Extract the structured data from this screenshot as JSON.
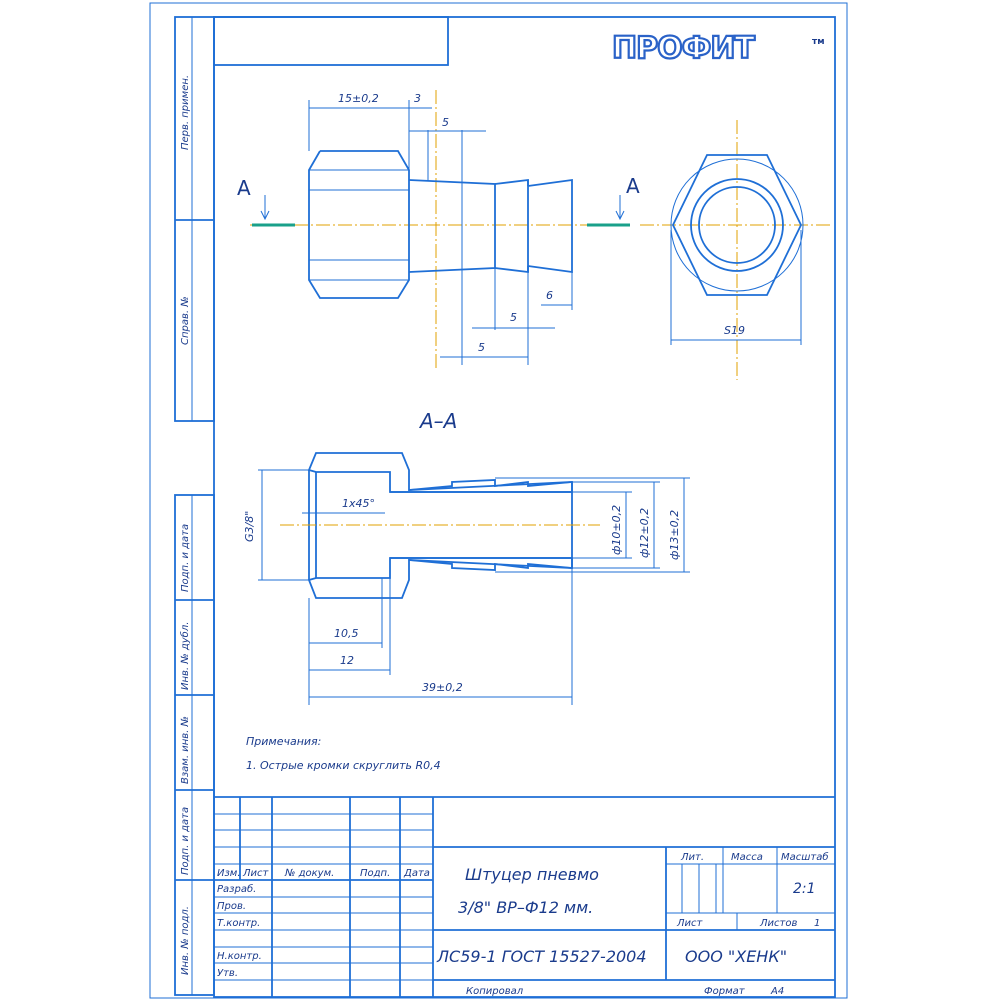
{
  "logo": {
    "text": "ПРОФИТ",
    "mark": "тм"
  },
  "section_marks": {
    "left": "А",
    "right": "А",
    "title": "А–А"
  },
  "dimensions": {
    "d_15": "15±0,2",
    "d_3": "3",
    "d_5_top": "5",
    "d_6": "6",
    "d_5_a": "5",
    "d_5_b": "5",
    "d_s19": "S19",
    "d_g38": "G3/8\"",
    "d_chamfer": "1х45°",
    "d_phi10": "ф10±0,2",
    "d_phi12": "ф12±0,2",
    "d_phi13": "ф13±0,2",
    "d_10_5": "10,5",
    "d_12": "12",
    "d_39": "39±0,2"
  },
  "notes": {
    "heading": "Примечания:",
    "line1": "1. Острые кромки скруглить R0,4"
  },
  "side_labels": {
    "perv_primen": "Перв. примен.",
    "sprav": "Справ. №",
    "podp_data_1": "Подп. и дата",
    "inv_dubl": "Инв. № дубл.",
    "vzam_inv": "Взам. инв. №",
    "podp_data_2": "Подп. и дата",
    "inv_podl": "Инв. № подл."
  },
  "title_block": {
    "headers": {
      "izm": "Изм.",
      "list": "Лист",
      "n_dokum": "№ докум.",
      "podp": "Подп.",
      "data": "Дата"
    },
    "rows": {
      "razrab": "Разраб.",
      "prov": "Пров.",
      "t_kontr": "Т.контр.",
      "n_kontr": "Н.контр.",
      "utv": "Утв."
    },
    "name_line1": "Штуцер пневмо",
    "name_line2": "3/8\" ВР–Ф12 мм.",
    "material": "ЛС59-1 ГОСТ 15527-2004",
    "company": "ООО \"ХЕНК\"",
    "lit": "Лит.",
    "massa": "Масса",
    "masshtab": "Масштаб",
    "scale": "2:1",
    "list_label": "Лист",
    "listov_label": "Листов",
    "listov_value": "1",
    "kopiroval": "Копировал",
    "format_label": "Формат",
    "format_value": "А4"
  }
}
